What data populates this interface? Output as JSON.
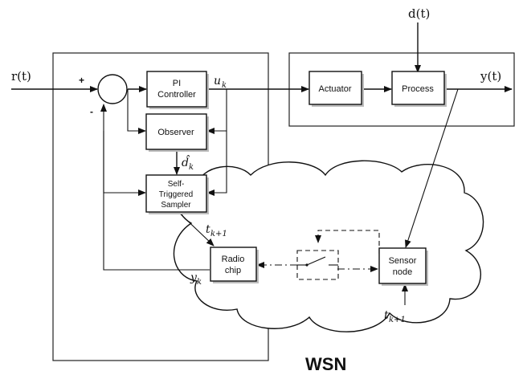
{
  "signals": {
    "reference": "r(t)",
    "disturbance": "d(t)",
    "output": "y(t)",
    "control_var": "u",
    "control_sub": "k",
    "estimate_var": "d̂",
    "estimate_sub": "k",
    "trigger_var": "t",
    "trigger_sub": "k+1",
    "trigger2_var": "t",
    "trigger2_sub": "k+1",
    "meas_var": "y",
    "meas_sub": "k"
  },
  "summing_junction": {
    "plus": "+",
    "minus": "-"
  },
  "blocks": {
    "pi_line1": "PI",
    "pi_line2": "Controller",
    "observer": "Observer",
    "sampler_line1": "Self-",
    "sampler_line2": "Triggered",
    "sampler_line3": "Sampler",
    "radio_line1": "Radio",
    "radio_line2": "chip",
    "actuator": "Actuator",
    "process": "Process",
    "sensor_line1": "Sensor",
    "sensor_line2": "node"
  },
  "network_label": "WSN"
}
